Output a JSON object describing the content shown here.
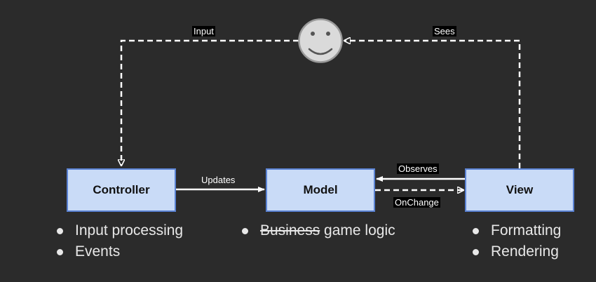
{
  "nodes": {
    "controller": {
      "label": "Controller"
    },
    "model": {
      "label": "Model"
    },
    "view": {
      "label": "View"
    }
  },
  "edges": {
    "input": "Input",
    "sees": "Sees",
    "updates": "Updates",
    "observes": "Observes",
    "onchange": "OnChange"
  },
  "user": {
    "icon": "smiley-face-icon"
  },
  "lists": {
    "controller": [
      "Input processing",
      "Events"
    ],
    "model": {
      "struck": "Business",
      "rest": " game logic"
    },
    "view": [
      "Formatting",
      "Rendering"
    ]
  },
  "colors": {
    "background": "#2b2b2b",
    "box_fill": "#c9dbf7",
    "box_border": "#5a82d3",
    "line": "#ffffff"
  }
}
